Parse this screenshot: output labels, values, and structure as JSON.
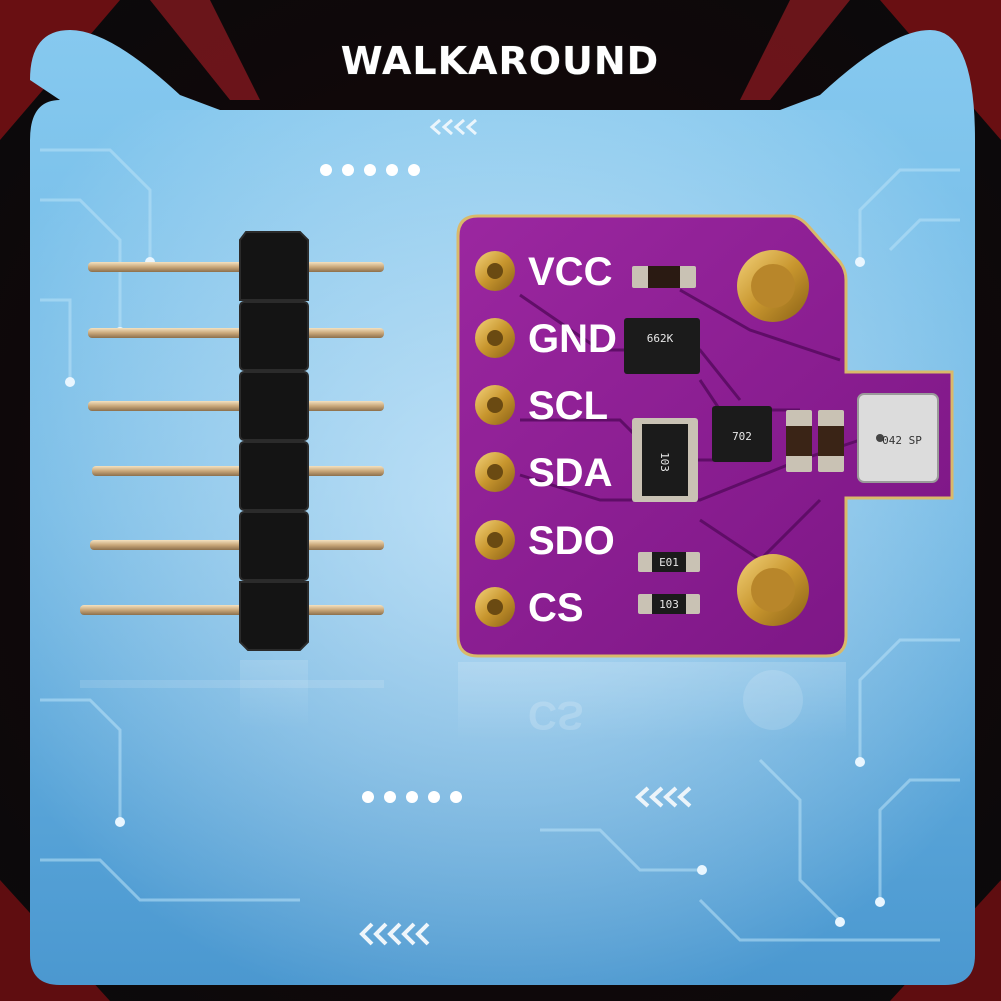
{
  "banner": {
    "title": "WALKAROUND"
  },
  "board": {
    "pins": [
      "VCC",
      "GND",
      "SCL",
      "SDA",
      "SDO",
      "CS"
    ],
    "chip_markings": {
      "regulator": "662K",
      "resistor_network": "103",
      "sensor": "042 SP",
      "small_ic": "702",
      "resistor_sdo": "E01",
      "resistor_cs": "103"
    },
    "reflection_label": "CS"
  },
  "colors": {
    "background_blue": "#7cc3ea",
    "pcb_purple": "#8e1d94",
    "gold_pad": "#d4a845",
    "header_black": "#121212"
  }
}
